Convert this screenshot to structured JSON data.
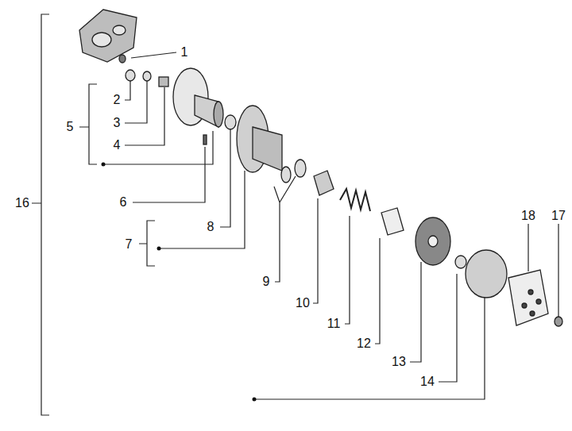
{
  "diagram": {
    "labels": [
      "1",
      "2",
      "3",
      "4",
      "5",
      "16",
      "6",
      "7",
      "8",
      "9",
      "10",
      "11",
      "12",
      "13",
      "14",
      "18",
      "17"
    ]
  }
}
